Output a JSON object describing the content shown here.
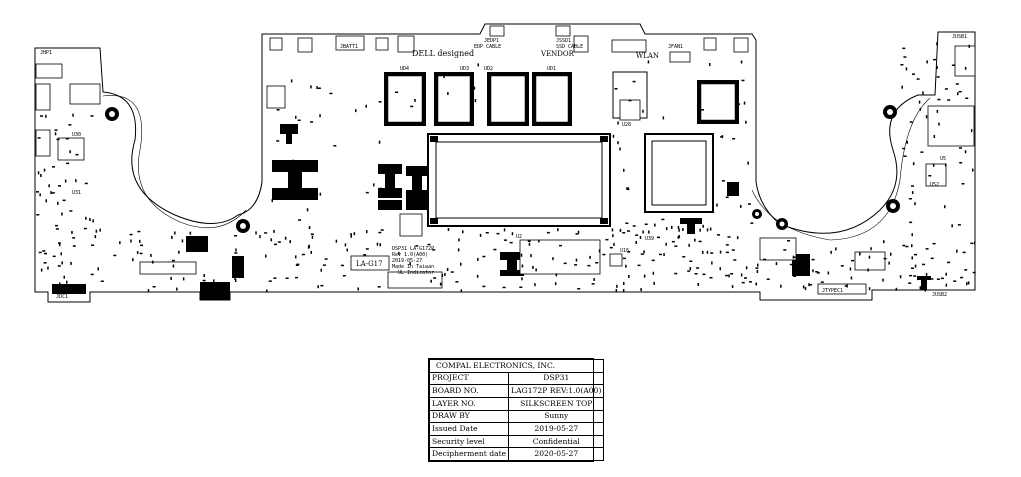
{
  "board": {
    "dell_designed": "DELL designed",
    "board_id_label": "LA-G17",
    "vendor_label": "VENDOR",
    "edp_cable": "EDP CABLE",
    "ssd_cable": "SSD CABLE",
    "wlan": "WLAN",
    "silkscreen_note": [
      "DSP31 LA-G172P",
      "Rev 1.0(A00)",
      "2019-05-27",
      "Made In Taiwan",
      "UL Indicator"
    ],
    "chip_labels": [
      "UD4",
      "UD3",
      "UD2",
      "UD1",
      "U30",
      "U2",
      "U28",
      "U16",
      "U5",
      "U31",
      "U39",
      "U52"
    ],
    "connector_labels": [
      "JEDP1",
      "JSSD1",
      "JBATT1",
      "JFAN1",
      "JUSB1",
      "JDC1",
      "JHP1",
      "JUSB2",
      "JTYPEC1"
    ],
    "colors": {
      "board_fill": "#ffffff",
      "stroke": "#000000",
      "pad": "#000000"
    }
  },
  "titleblock": {
    "company": "COMPAL ELECTRONICS, INC.",
    "rows": [
      {
        "label": "PROJECT",
        "value": "DSP31"
      },
      {
        "label": "BOARD NO.",
        "value": "LAG172P  REV:1.0(A00)"
      },
      {
        "label": "LAYER NO.",
        "value": "SILKSCREEN TOP"
      },
      {
        "label": "DRAW BY",
        "value": "Sunny"
      },
      {
        "label": "Issued Date",
        "value": "2019-05-27"
      },
      {
        "label": "Security level",
        "value": "Confidential"
      },
      {
        "label": "Decipherment date",
        "value": "2020-05-27"
      }
    ]
  }
}
